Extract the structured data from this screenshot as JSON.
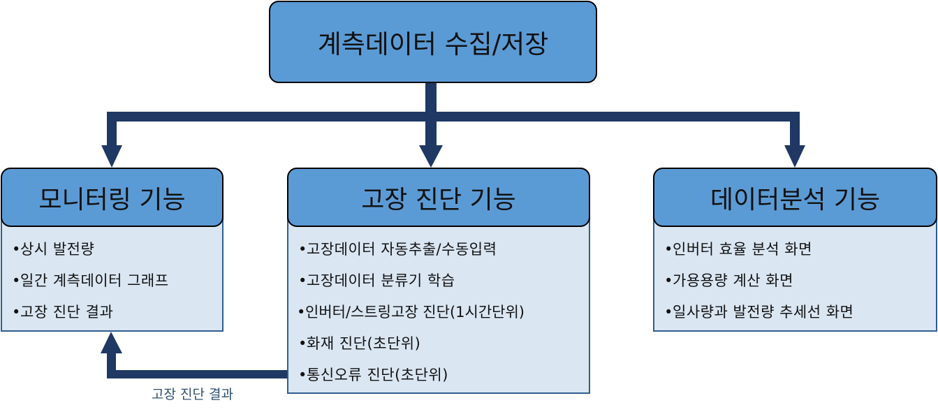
{
  "diagram": {
    "colors": {
      "header_fill": "#5b9bd5",
      "body_fill": "#dae6f2",
      "connector": "#1f3864"
    },
    "root": {
      "title": "계측데이터 수집/저장"
    },
    "nodes": [
      {
        "title": "모니터링 기능",
        "items": [
          "상시 발전량",
          "일간 계측데이터 그래프",
          "고장 진단 결과"
        ]
      },
      {
        "title": "고장 진단 기능",
        "items": [
          "고장데이터 자동추출/수동입력",
          "고장데이터 분류기 학습",
          "인버터/스트링고장 진단(1시간단위)",
          "화재 진단(초단위)",
          "통신오류 진단(초단위)"
        ]
      },
      {
        "title": "데이터분석 기능",
        "items": [
          "인버터 효율 분석 화면",
          "가용용량 계산 화면",
          "일사량과 발전량 추세선 화면"
        ]
      }
    ],
    "feedback_label": "고장 진단 결과"
  }
}
